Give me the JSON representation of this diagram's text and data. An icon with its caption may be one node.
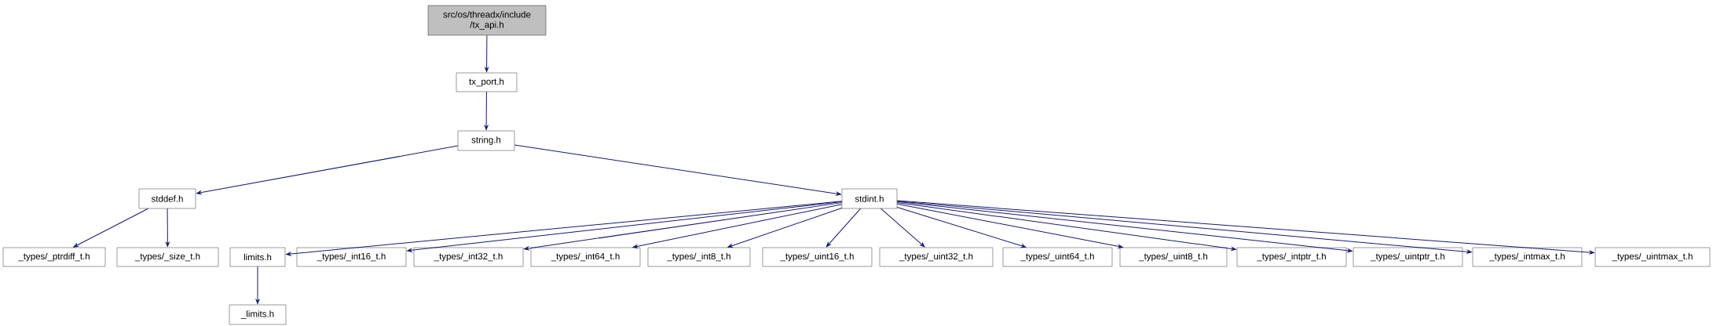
{
  "diagram": {
    "nodes": [
      {
        "text": [
          "src/os/threadx/include /tx_api.h"
        ]
      },
      {
        "text": [
          "tx_port.h"
        ]
      },
      {
        "text": [
          "string.h"
        ]
      },
      {
        "text": [
          "stddef.h"
        ]
      },
      {
        "text": [
          "stdint.h"
        ]
      },
      {
        "text": [
          "_types/_ptrdiff_t.h"
        ]
      },
      {
        "text": [
          "_types/_size_t.h"
        ]
      },
      {
        "text": [
          "limits.h"
        ]
      },
      {
        "text": [
          "_types/_int16_t.h"
        ]
      },
      {
        "text": [
          "_types/_int32_t.h"
        ]
      },
      {
        "text": [
          "_types/_int64_t.h"
        ]
      },
      {
        "text": [
          "_types/_int8_t.h"
        ]
      },
      {
        "text": [
          "_types/_uint16_t.h"
        ]
      },
      {
        "text": [
          "_types/_uint32_t.h"
        ]
      },
      {
        "text": [
          "_types/_uint64_t.h"
        ]
      },
      {
        "text": [
          "_types/_uint8_t.h"
        ]
      },
      {
        "text": [
          "_types/_intptr_t.h"
        ]
      },
      {
        "text": [
          "_types/_uintptr_t.h"
        ]
      },
      {
        "text": [
          "_types/_intmax_t.h"
        ]
      },
      {
        "text": [
          "_types/_uintmax_t.h"
        ]
      },
      {
        "text": [
          "_limits.h"
        ]
      }
    ],
    "edges": [
      {
        "from": 0,
        "to": 1,
        "arrow": "to"
      },
      {
        "from": 1,
        "to": 2,
        "arrow": "to"
      },
      {
        "from": 2,
        "to": 3,
        "arrow": "to"
      },
      {
        "from": 2,
        "to": 4,
        "arrow": "to"
      },
      {
        "from": 3,
        "to": 5,
        "arrow": "to"
      },
      {
        "from": 3,
        "to": 6,
        "arrow": "to"
      },
      {
        "from": 4,
        "to": 7,
        "arrow": "to"
      },
      {
        "from": 4,
        "to": 8,
        "arrow": "to"
      },
      {
        "from": 4,
        "to": 9,
        "arrow": "to"
      },
      {
        "from": 4,
        "to": 10,
        "arrow": "to"
      },
      {
        "from": 4,
        "to": 11,
        "arrow": "to"
      },
      {
        "from": 4,
        "to": 12,
        "arrow": "to"
      },
      {
        "from": 4,
        "to": 13,
        "arrow": "to"
      },
      {
        "from": 4,
        "to": 14,
        "arrow": "to"
      },
      {
        "from": 4,
        "to": 15,
        "arrow": "to"
      },
      {
        "from": 4,
        "to": 16,
        "arrow": "to"
      },
      {
        "from": 4,
        "to": 17,
        "arrow": "to"
      },
      {
        "from": 4,
        "to": 18,
        "arrow": "to"
      },
      {
        "from": 4,
        "to": 19,
        "arrow": "to"
      },
      {
        "from": 7,
        "to": 20,
        "arrow": "to"
      }
    ]
  }
}
